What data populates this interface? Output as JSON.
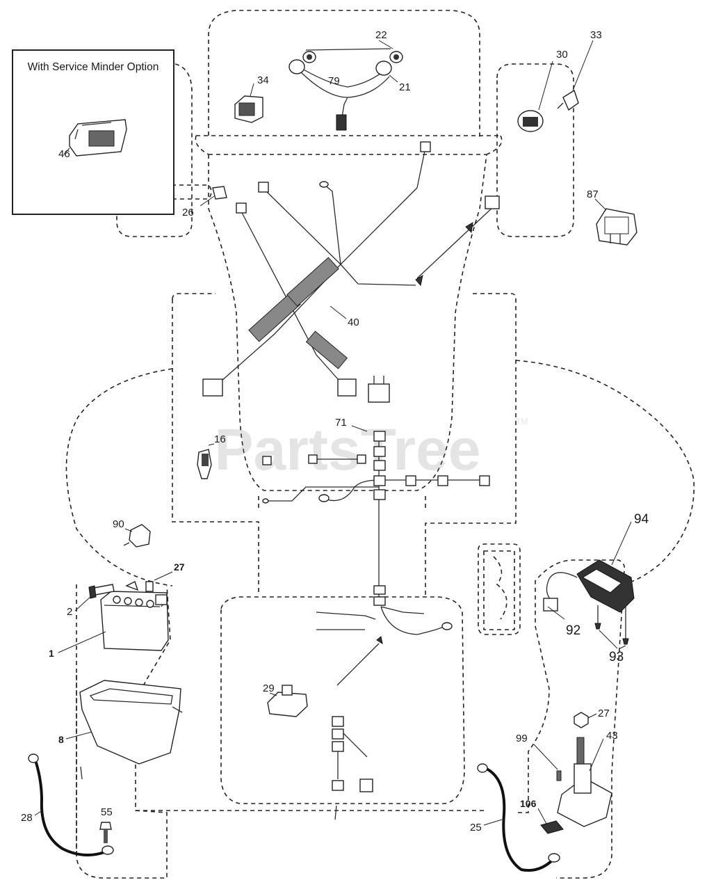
{
  "inset": {
    "title": "With Service Minder Option",
    "part": "46"
  },
  "watermark": {
    "text": "PartsTree",
    "tm": "TM"
  },
  "parts": {
    "p1": "1",
    "p2": "2",
    "p8": "8",
    "p16": "16",
    "p21": "21",
    "p22": "22",
    "p25": "25",
    "p26": "26",
    "p27a": "27",
    "p27b": "27",
    "p28": "28",
    "p29": "29",
    "p30": "30",
    "p33": "33",
    "p34": "34",
    "p40": "40",
    "p43": "43",
    "p55": "55",
    "p71": "71",
    "p79": "79",
    "p87": "87",
    "p90": "90",
    "p92": "92",
    "p93": "93",
    "p94": "94",
    "p99": "99",
    "p106": "106"
  }
}
